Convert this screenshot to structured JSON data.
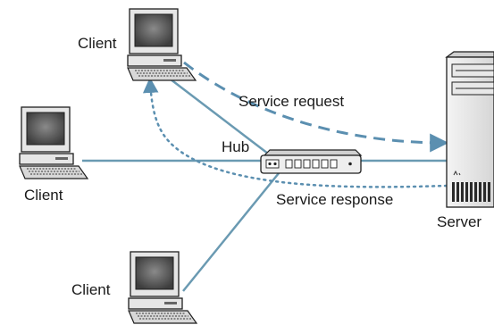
{
  "labels": {
    "client_top": "Client",
    "client_left": "Client",
    "client_bottom": "Client",
    "hub": "Hub",
    "server": "Server",
    "service_request": "Service request",
    "service_response": "Service response"
  },
  "nodes": [
    {
      "id": "client-top",
      "type": "client-computer",
      "label": "Client"
    },
    {
      "id": "client-left",
      "type": "client-computer",
      "label": "Client"
    },
    {
      "id": "client-bottom",
      "type": "client-computer",
      "label": "Client"
    },
    {
      "id": "hub",
      "type": "network-hub",
      "label": "Hub"
    },
    {
      "id": "server",
      "type": "server-tower",
      "label": "Server"
    }
  ],
  "edges": [
    {
      "from": "client-top",
      "to": "hub",
      "style": "solid"
    },
    {
      "from": "client-left",
      "to": "hub",
      "style": "solid"
    },
    {
      "from": "client-bottom",
      "to": "hub",
      "style": "solid"
    },
    {
      "from": "hub",
      "to": "server",
      "style": "solid"
    },
    {
      "from": "client-top",
      "to": "server",
      "style": "dashed-arrow",
      "label": "Service request"
    },
    {
      "from": "server",
      "to": "client-top",
      "style": "dotted-arrow",
      "label": "Service response"
    }
  ],
  "colors": {
    "link": "#6a9ab2",
    "arrow": "#5b8fb0",
    "screen": "#5a5a5a",
    "case": "#e6e6e6",
    "outline": "#1f1f1f"
  }
}
